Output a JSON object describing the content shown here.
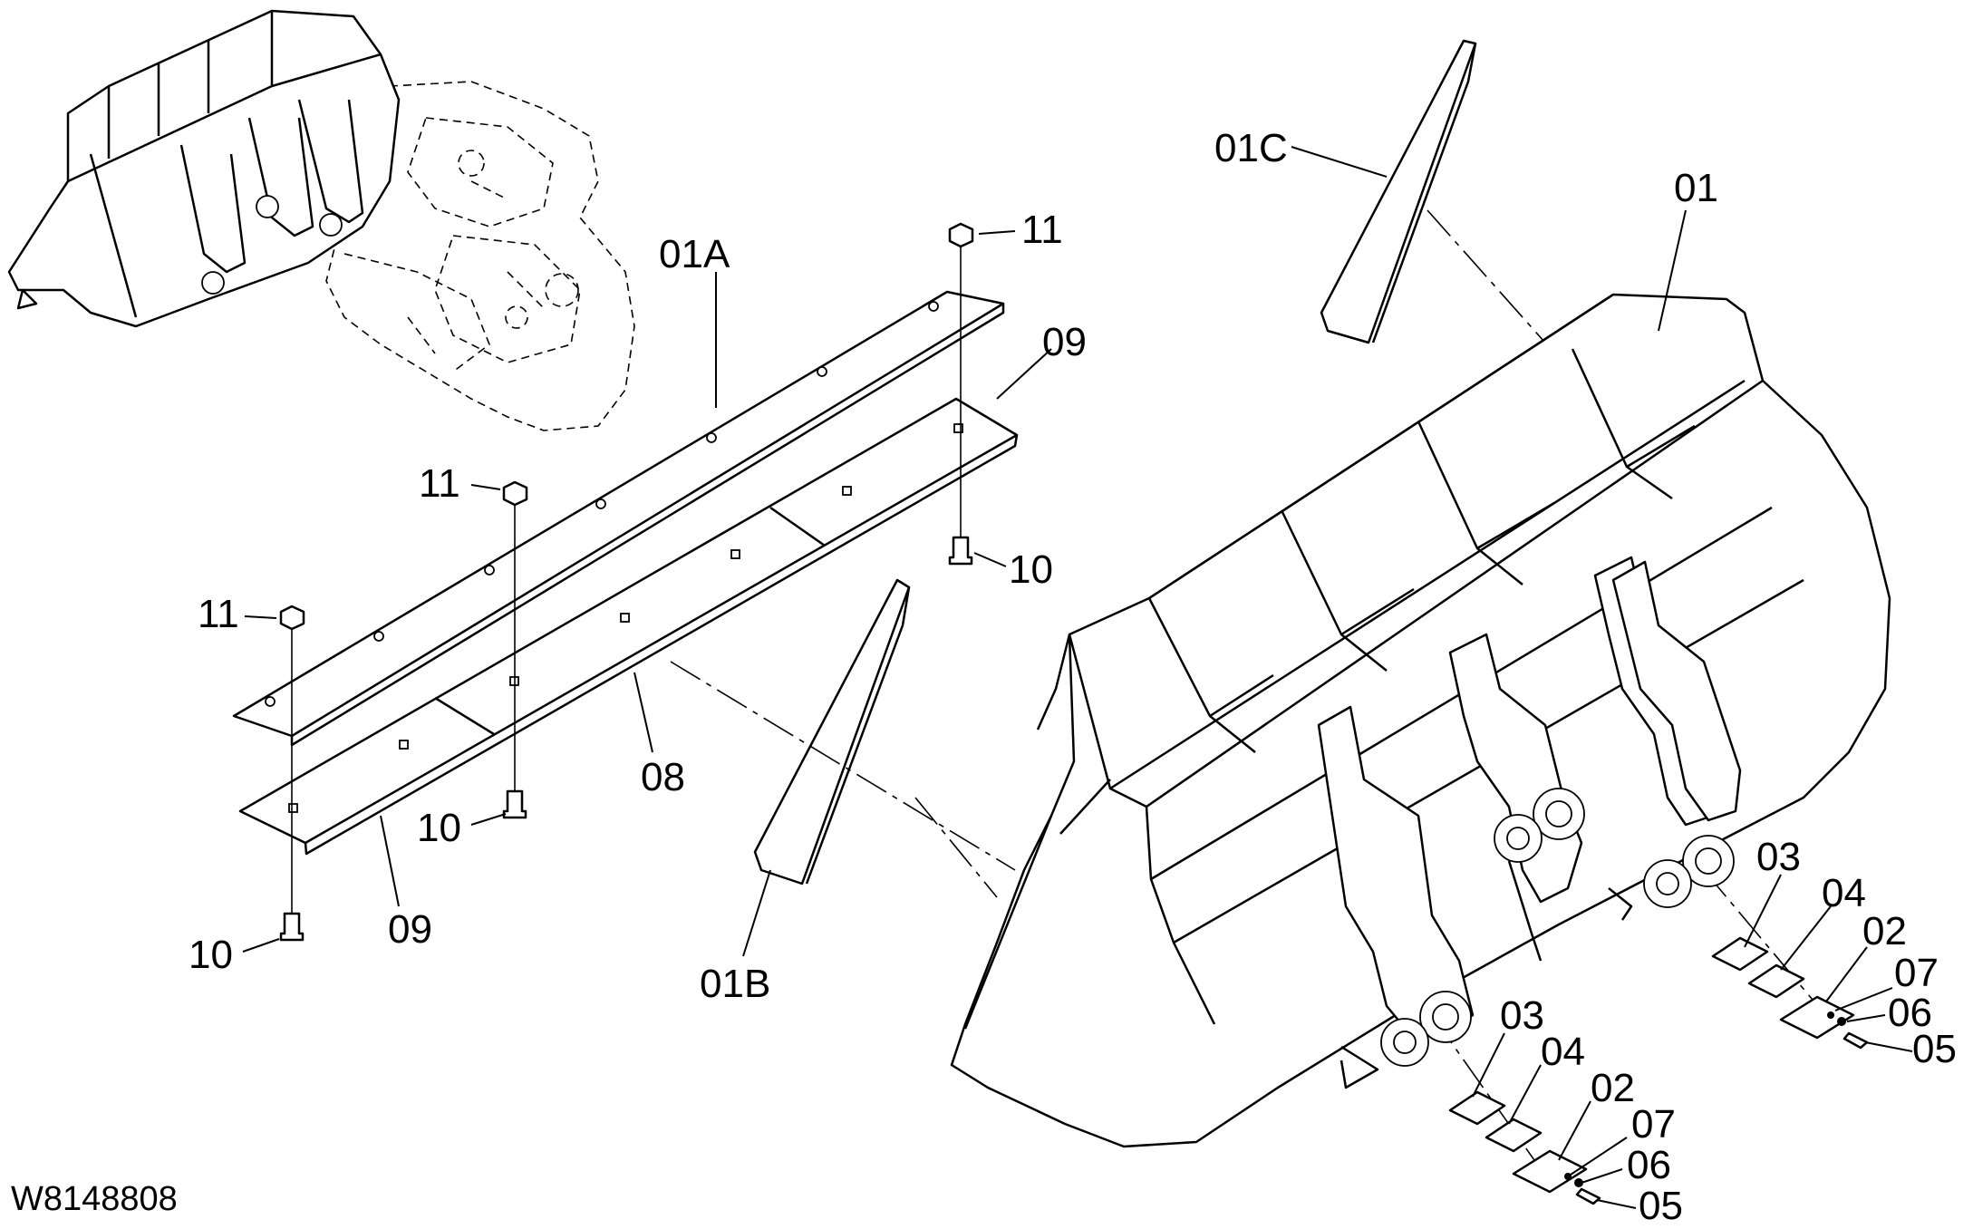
{
  "drawing_code": "W8148808",
  "labels": [
    {
      "id": "01C",
      "text": "01C"
    },
    {
      "id": "01",
      "text": "01"
    },
    {
      "id": "01A",
      "text": "01A"
    },
    {
      "id": "11a",
      "text": "11"
    },
    {
      "id": "09a",
      "text": "09"
    },
    {
      "id": "11b",
      "text": "11"
    },
    {
      "id": "10a",
      "text": "10"
    },
    {
      "id": "11c",
      "text": "11"
    },
    {
      "id": "08",
      "text": "08"
    },
    {
      "id": "10b",
      "text": "10"
    },
    {
      "id": "09b",
      "text": "09"
    },
    {
      "id": "10c",
      "text": "10"
    },
    {
      "id": "01B",
      "text": "01B"
    },
    {
      "id": "03a",
      "text": "03"
    },
    {
      "id": "04a",
      "text": "04"
    },
    {
      "id": "02a",
      "text": "02"
    },
    {
      "id": "07a",
      "text": "07"
    },
    {
      "id": "06a",
      "text": "06"
    },
    {
      "id": "05a",
      "text": "05"
    },
    {
      "id": "03b",
      "text": "03"
    },
    {
      "id": "04b",
      "text": "04"
    },
    {
      "id": "02b",
      "text": "02"
    },
    {
      "id": "07b",
      "text": "07"
    },
    {
      "id": "06b",
      "text": "06"
    },
    {
      "id": "05b",
      "text": "05"
    }
  ]
}
